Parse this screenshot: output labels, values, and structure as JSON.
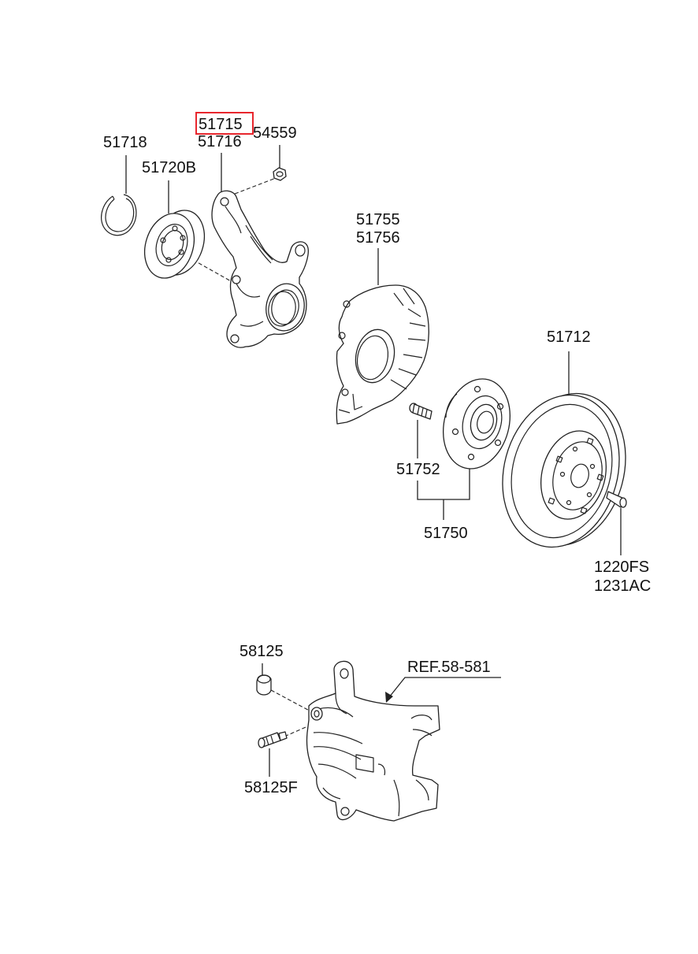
{
  "highlight_color": "#e8262d",
  "labels": {
    "p51715": "51715",
    "p51716": "51716",
    "p54559": "54559",
    "p51718": "51718",
    "p51720b": "51720B",
    "p51755": "51755",
    "p51756": "51756",
    "p51712": "51712",
    "p51752": "51752",
    "p51750": "51750",
    "p1220fs": "1220FS",
    "p1231ac": "1231AC",
    "p58125": "58125",
    "p58125f": "58125F",
    "ref": "REF.58-581"
  }
}
